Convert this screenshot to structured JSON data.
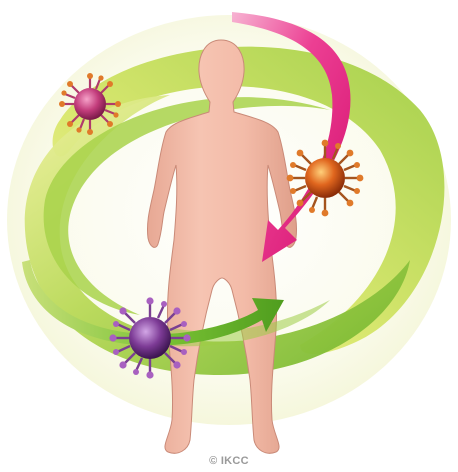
{
  "illustration": {
    "copyright": "© IKCC"
  },
  "colors": {
    "skin": "#f2b7a3",
    "skin_edge": "#c98a78",
    "green_band": "#8cc63f",
    "yellow_band": "#e8ea6b",
    "magenta_arrow": "#e8177d",
    "green_arrow": "#6dbb2c",
    "virus_pink": "#b5316f",
    "virus_orange": "#c8561b",
    "virus_purple": "#6a2f7e",
    "spike_tip_orange": "#e07a2a",
    "spike_tip_purple": "#a860c0"
  },
  "icons": {
    "figure": "human-body-silhouette",
    "viruses": [
      "virus-pink-icon",
      "virus-orange-icon",
      "virus-purple-icon"
    ],
    "arrows": [
      "magenta-arrow",
      "green-arrow"
    ]
  }
}
